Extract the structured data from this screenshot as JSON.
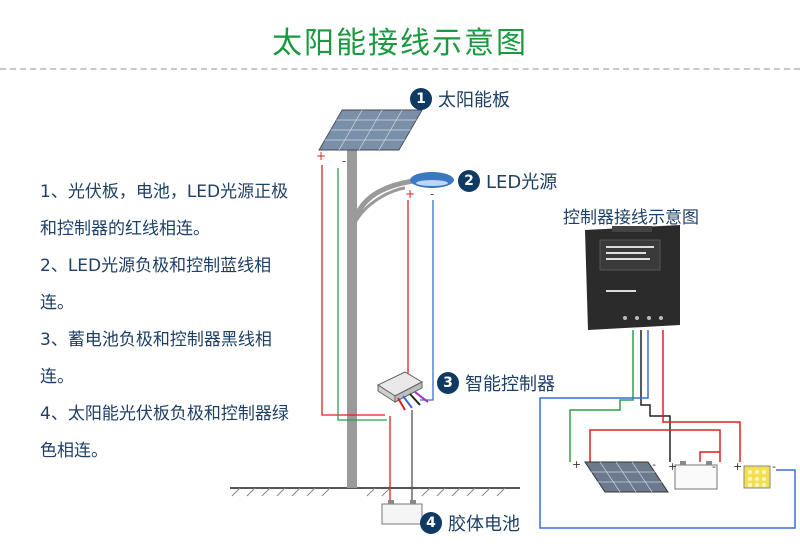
{
  "title": "太阳能接线示意图",
  "notes": [
    "1、光伏板，电池，LED光源正极和控制器的红线相连。",
    "2、LED光源负极和控制蓝线相连。",
    "3、蓄电池负极和控制器黑线相连。",
    "4、太阳能光伏板负极和控制器绿色相连。"
  ],
  "callouts": [
    {
      "num": "1",
      "label": "太阳能板"
    },
    {
      "num": "2",
      "label": "LED光源"
    },
    {
      "num": "3",
      "label": "智能控制器"
    },
    {
      "num": "4",
      "label": "胶体电池"
    }
  ],
  "controller_diagram": {
    "title": "控制器接线示意图"
  },
  "colors": {
    "title": "#1a9a3f",
    "text": "#1e3f66",
    "badge": "#0f3a63",
    "red_wire": "#e02020",
    "blue_wire": "#3a6fd8",
    "black_wire": "#333333",
    "green_wire": "#2aa04a"
  }
}
